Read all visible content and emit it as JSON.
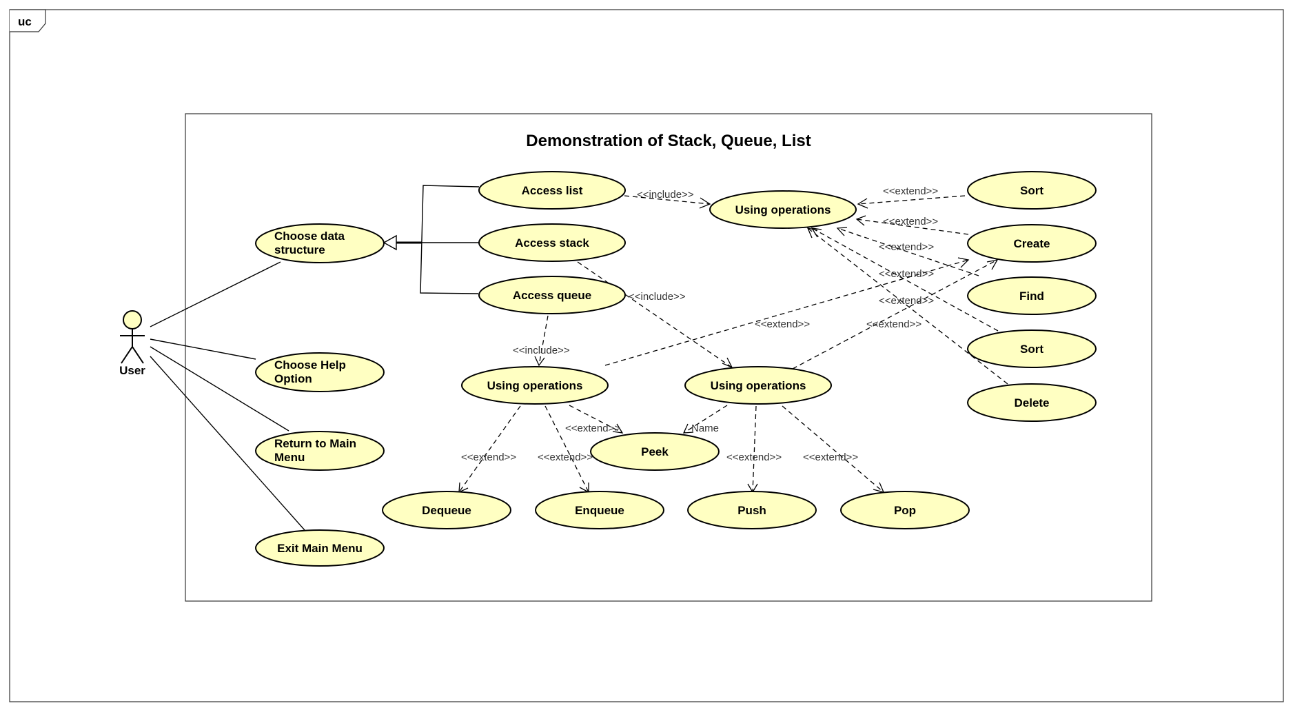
{
  "frame": {
    "tag": "uc"
  },
  "system": {
    "title": "Demonstration of Stack, Queue, List"
  },
  "actor": {
    "name": "User"
  },
  "use_cases": {
    "choose_data_structure": [
      "Choose data",
      "structure"
    ],
    "choose_help_option": [
      "Choose Help",
      "Option"
    ],
    "return_to_main_menu": [
      "Return to Main",
      "Menu"
    ],
    "exit_main_menu": [
      "Exit Main Menu"
    ],
    "access_list": [
      "Access list"
    ],
    "access_stack": [
      "Access stack"
    ],
    "access_queue": [
      "Access queue"
    ],
    "using_operations_list": [
      "Using operations"
    ],
    "using_operations_queue": [
      "Using operations"
    ],
    "using_operations_stack": [
      "Using operations"
    ],
    "sort_1": [
      "Sort"
    ],
    "create": [
      "Create"
    ],
    "find": [
      "Find"
    ],
    "sort_2": [
      "Sort"
    ],
    "delete": [
      "Delete"
    ],
    "peek": [
      "Peek"
    ],
    "dequeue": [
      "Dequeue"
    ],
    "enqueue": [
      "Enqueue"
    ],
    "push": [
      "Push"
    ],
    "pop": [
      "Pop"
    ]
  },
  "relationship_labels": {
    "include_list": "<<include>>",
    "include_stack": "<<include>>",
    "include_queue": "<<include>>",
    "extend_sort_1": "<<extend>>",
    "extend_create": "<<extend>>",
    "extend_find": "<<extend>>",
    "extend_sort_2": "<<extend>>",
    "extend_delete": "<<extend>>",
    "extend_queue_create": "<<extend>>",
    "extend_stack_create": "<<extend>>",
    "extend_queue_peek": "<<extend>>",
    "stack_peek_name": "Name",
    "extend_dequeue": "<<extend>>",
    "extend_enqueue": "<<extend>>",
    "extend_push": "<<extend>>",
    "extend_pop": "<<extend>>"
  }
}
